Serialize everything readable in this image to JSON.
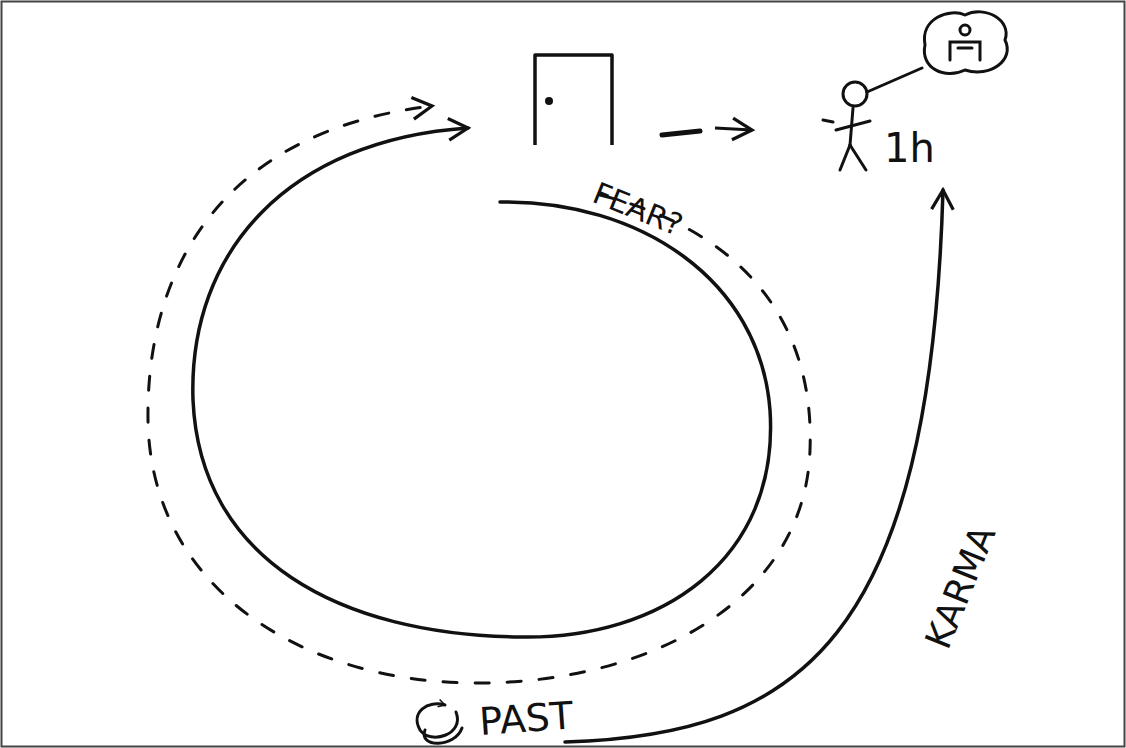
{
  "diagram": {
    "labels": [
      "FEAR?",
      "1h",
      "PAST",
      "KARMA"
    ]
  }
}
